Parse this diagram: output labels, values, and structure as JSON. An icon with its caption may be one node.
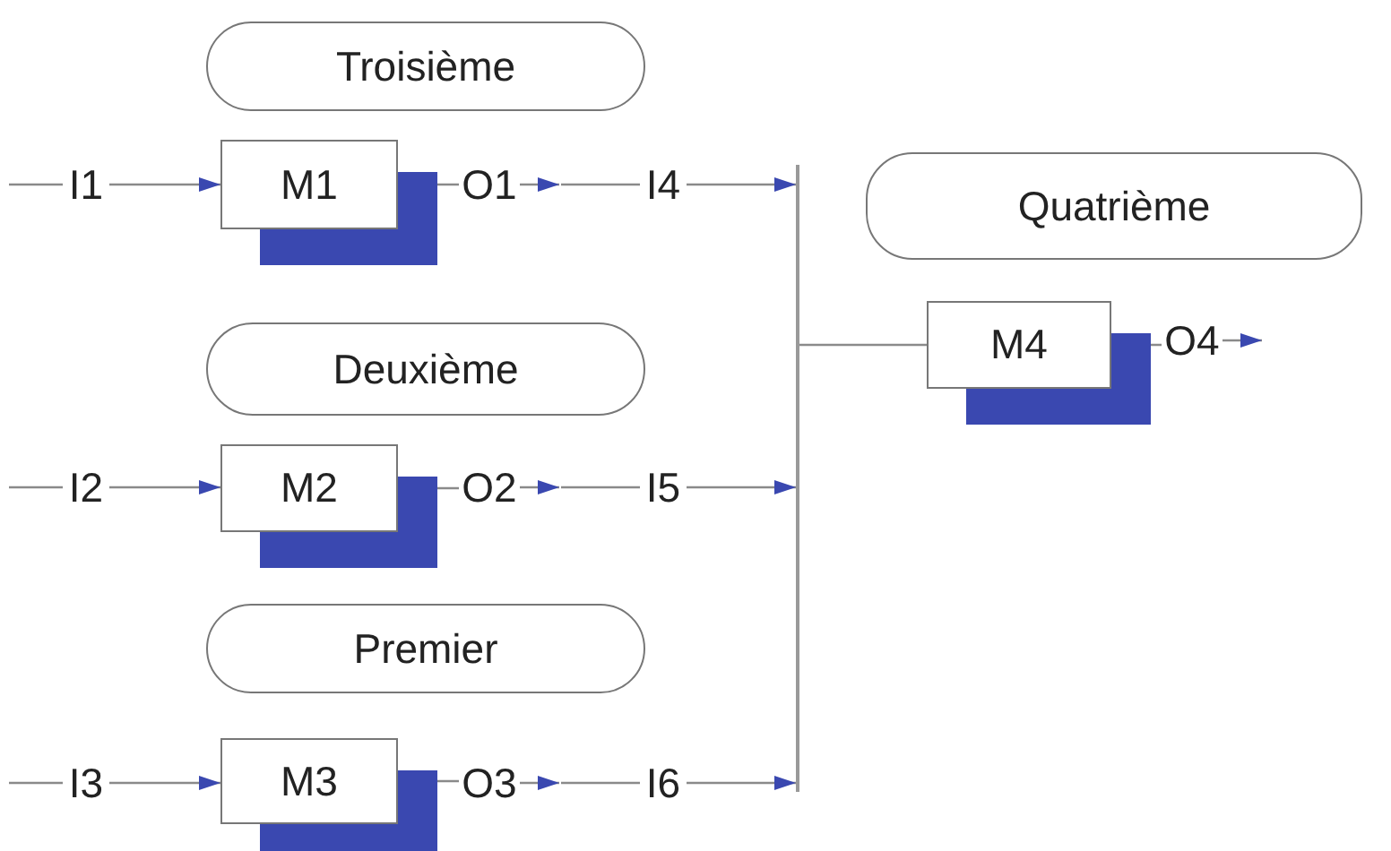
{
  "diagram": {
    "nodes": [
      {
        "text": [
          "Troisième"
        ]
      },
      {
        "text": [
          "I1"
        ]
      },
      {
        "text": [
          "M1"
        ]
      },
      {
        "text": [
          "O1"
        ]
      },
      {
        "text": [
          "I4"
        ]
      },
      {
        "text": [],
        "shape": "bar"
      },
      {
        "text": [
          "Quatrième"
        ]
      },
      {
        "text": [
          "M4"
        ]
      },
      {
        "text": [
          "O4"
        ]
      },
      {
        "text": [
          "Deuxième"
        ]
      },
      {
        "text": [
          "I2"
        ]
      },
      {
        "text": [
          "M2"
        ]
      },
      {
        "text": [
          "O2"
        ]
      },
      {
        "text": [
          "I5"
        ]
      },
      {
        "text": [
          "Premier"
        ]
      },
      {
        "text": [
          "I3"
        ]
      },
      {
        "text": [
          "M3"
        ]
      },
      {
        "text": [
          "O3"
        ]
      },
      {
        "text": [
          "I6"
        ]
      }
    ],
    "edges": [
      {
        "from": null,
        "to": 1,
        "arrow": "none"
      },
      {
        "from": 1,
        "to": 2,
        "arrow": "to"
      },
      {
        "from": 2,
        "to": 3,
        "arrow": "none"
      },
      {
        "from": 3,
        "to": null,
        "arrow": "to"
      },
      {
        "from": null,
        "to": 4,
        "arrow": "none"
      },
      {
        "from": 4,
        "to": 5,
        "arrow": "to"
      },
      {
        "from": null,
        "to": 10,
        "arrow": "none"
      },
      {
        "from": 10,
        "to": 11,
        "arrow": "to"
      },
      {
        "from": 11,
        "to": 12,
        "arrow": "none"
      },
      {
        "from": 12,
        "to": null,
        "arrow": "to"
      },
      {
        "from": null,
        "to": 13,
        "arrow": "none"
      },
      {
        "from": 13,
        "to": 5,
        "arrow": "to"
      },
      {
        "from": null,
        "to": 15,
        "arrow": "none"
      },
      {
        "from": 15,
        "to": 16,
        "arrow": "to"
      },
      {
        "from": 16,
        "to": 17,
        "arrow": "none"
      },
      {
        "from": 17,
        "to": null,
        "arrow": "to"
      },
      {
        "from": null,
        "to": 18,
        "arrow": "none"
      },
      {
        "from": 18,
        "to": 5,
        "arrow": "to"
      },
      {
        "from": 5,
        "to": 7,
        "arrow": "none"
      },
      {
        "from": 7,
        "to": 8,
        "arrow": "none"
      },
      {
        "from": 8,
        "to": null,
        "arrow": "to"
      }
    ]
  }
}
